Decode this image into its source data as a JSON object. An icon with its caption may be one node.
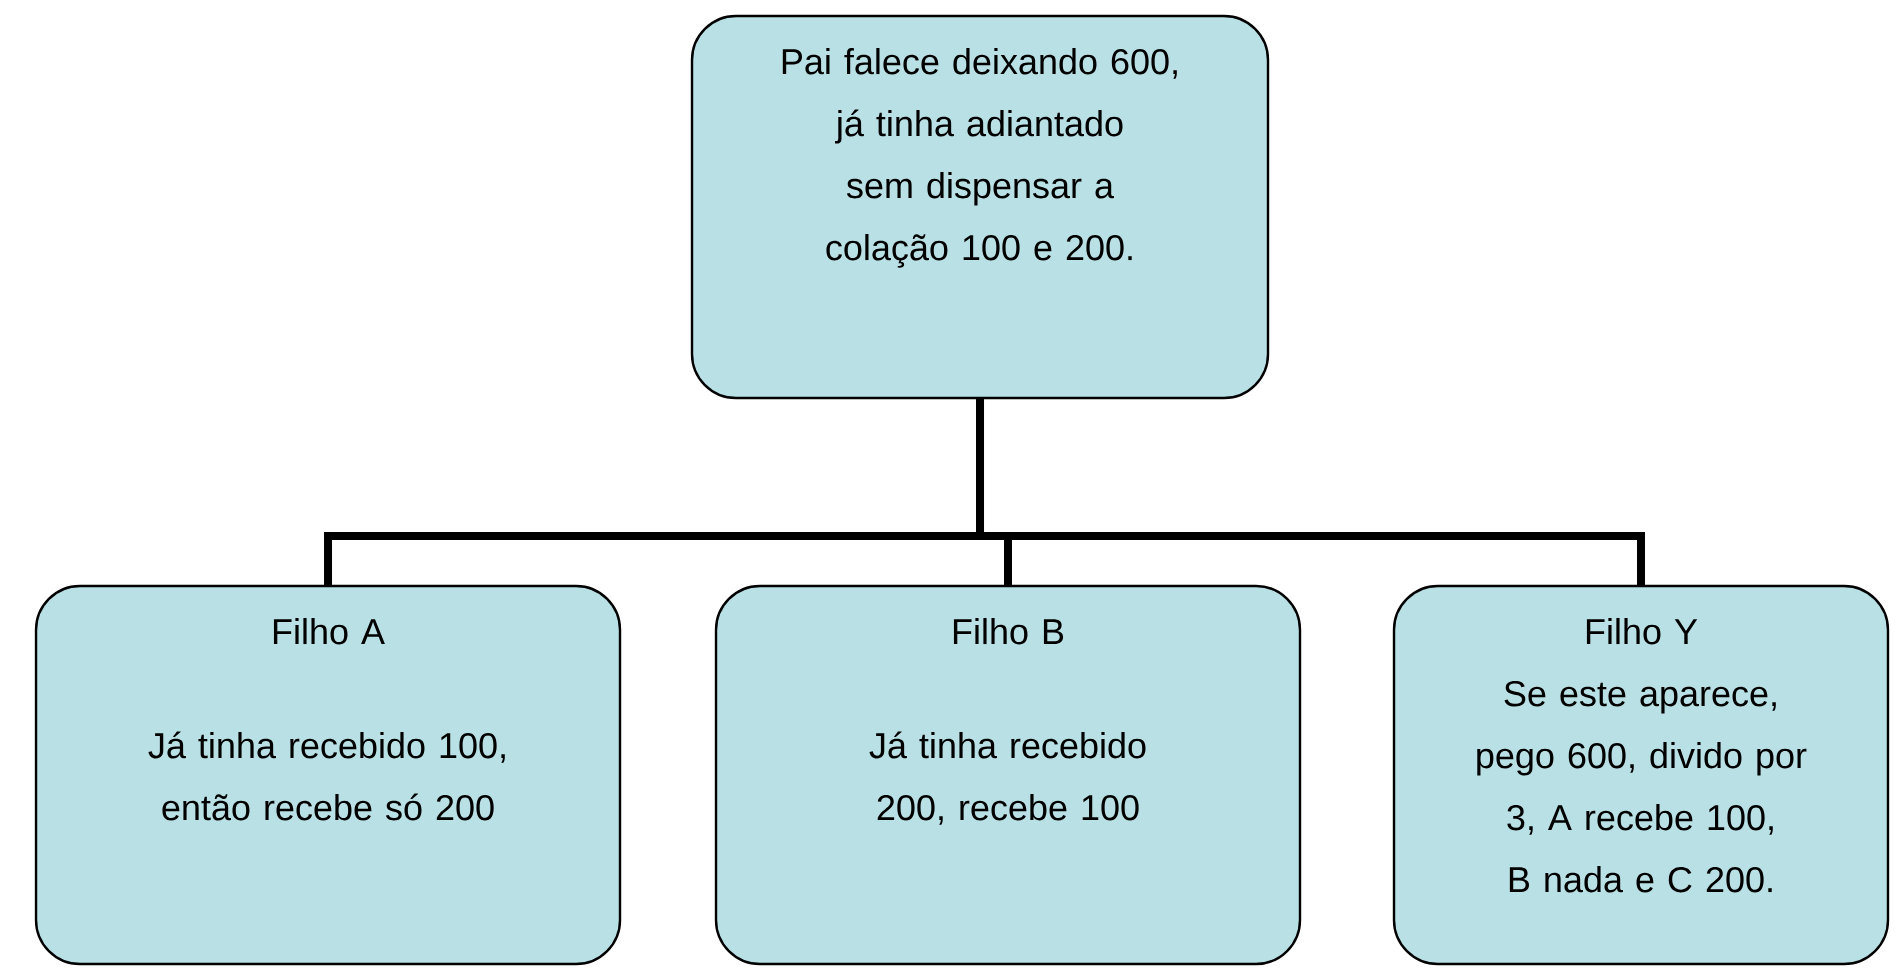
{
  "diagram": {
    "nodes": [
      {
        "text": [
          "Pai falece deixando 600, já tinha adiantado sem dispensar a colação 100 e 200."
        ]
      },
      {
        "text": [
          "Filho A",
          "Já tinha recebido 100, então recebe só 200"
        ]
      },
      {
        "text": [
          "Filho B",
          "Já tinha recebido 200, recebe 100"
        ]
      },
      {
        "text": [
          "Filho Y",
          "Se este aparece, pego 600, divido por 3, A recebe 100, B nada e C 200."
        ]
      }
    ],
    "edges": [
      {
        "from": 0,
        "to": 1,
        "arrow": "none"
      },
      {
        "from": 0,
        "to": 2,
        "arrow": "none"
      },
      {
        "from": 0,
        "to": 3,
        "arrow": "none"
      }
    ]
  }
}
